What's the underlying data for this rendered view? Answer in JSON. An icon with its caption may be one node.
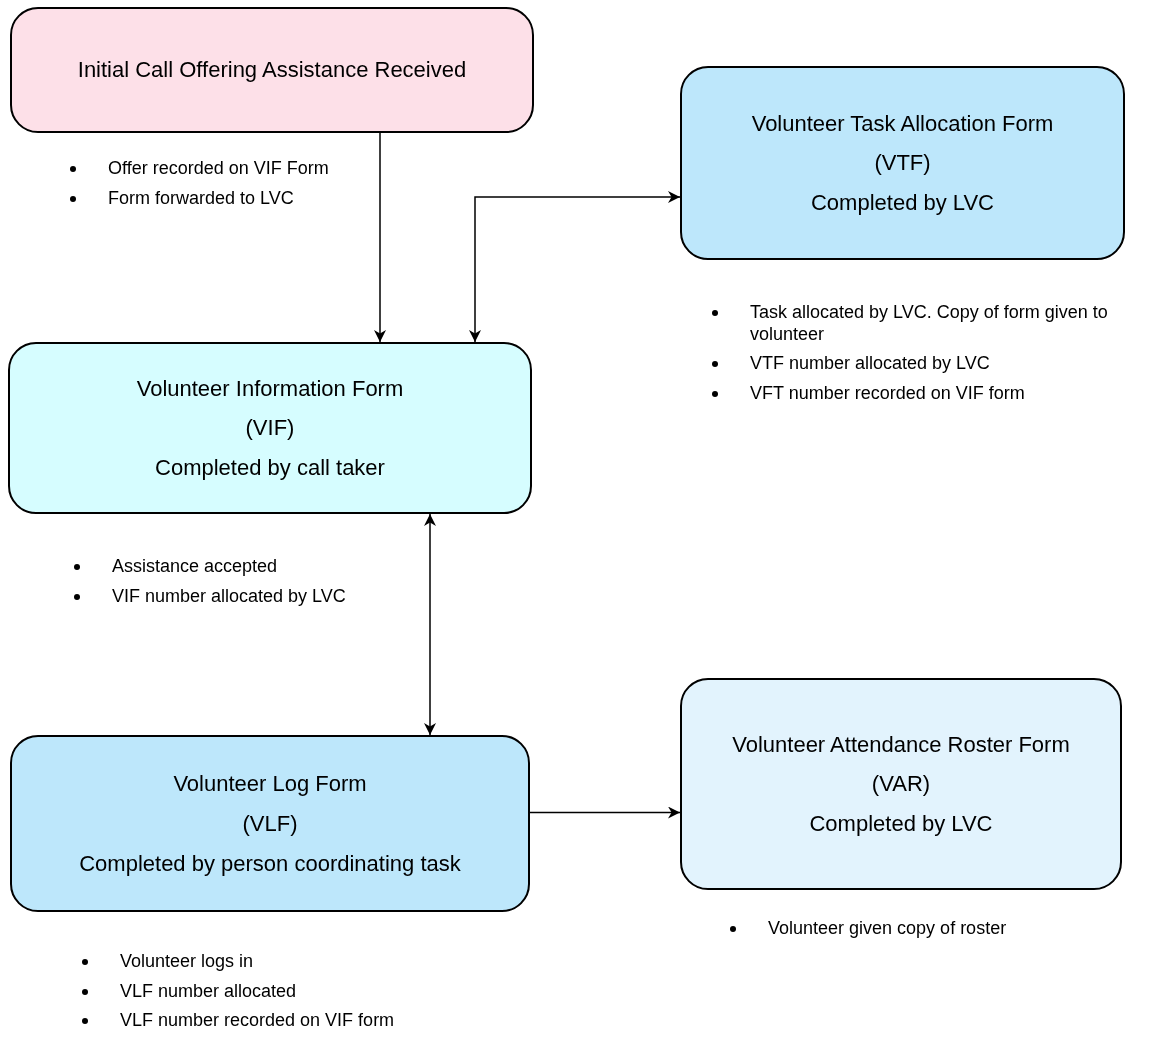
{
  "diagram": {
    "nodes": [
      {
        "text": [
          "Initial Call Offering Assistance Received"
        ],
        "beside": [
          "Offer recorded on VIF Form",
          "Form forwarded to LVC"
        ]
      },
      {
        "text": [
          "Volunteer Task Allocation Form",
          "(VTF)",
          "Completed by LVC"
        ],
        "beside": [
          "Task allocated by LVC. Copy of form given to volunteer",
          "VTF number allocated by LVC",
          "VFT number recorded on VIF form"
        ]
      },
      {
        "text": [
          "Volunteer Information Form",
          "(VIF)",
          "Completed by call taker"
        ],
        "beside": [
          "Assistance accepted",
          "VIF number allocated by LVC"
        ]
      },
      {
        "text": [
          "Volunteer Log Form",
          "(VLF)",
          "Completed by person coordinating task"
        ],
        "beside": [
          "Volunteer logs in",
          "VLF number allocated",
          "VLF number recorded on VIF form"
        ]
      },
      {
        "text": [
          "Volunteer Attendance Roster Form",
          "(VAR)",
          "Completed by LVC"
        ],
        "beside": [
          "Volunteer given copy of roster"
        ]
      }
    ],
    "edges": [
      {
        "from": 0,
        "to": 2,
        "arrow": "to"
      },
      {
        "from": 2,
        "to": 1,
        "arrow": "both"
      },
      {
        "from": 2,
        "to": 3,
        "arrow": "both"
      },
      {
        "from": 3,
        "to": 4,
        "arrow": "to"
      }
    ]
  }
}
